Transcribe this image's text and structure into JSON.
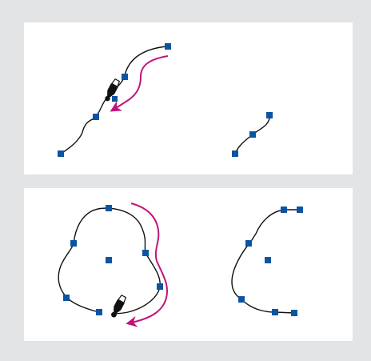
{
  "figure": {
    "colors": {
      "background": "#e3e4e6",
      "panel": "#ffffff",
      "path_stroke": "#111111",
      "anchor_point": "#0b54a4",
      "direction_arrow": "#c0147a",
      "pen_tool": "#111111"
    },
    "panels": [
      {
        "name": "top-panel",
        "steps": [
          "pen-tool-drawing-open-path",
          "resulting-open-path"
        ]
      },
      {
        "name": "bottom-panel",
        "steps": [
          "pen-tool-drawing-closed-path",
          "resulting-open-curve"
        ]
      }
    ],
    "icons": [
      "pen-tool-icon",
      "direction-arrow-icon",
      "anchor-point-icon",
      "center-point-icon"
    ]
  }
}
